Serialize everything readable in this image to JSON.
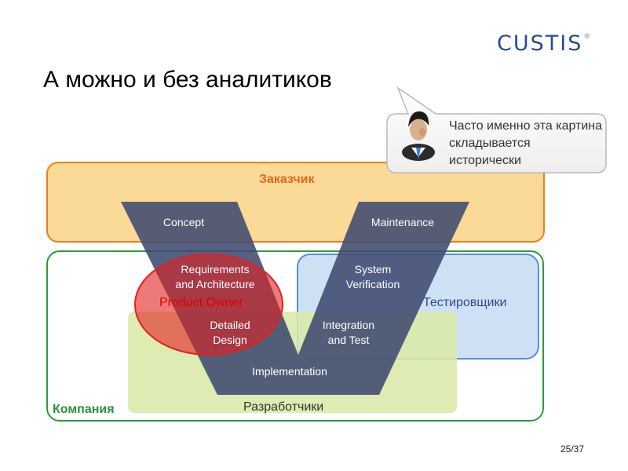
{
  "brand": {
    "logo_text": "CUSTIS",
    "logo_mark": "®"
  },
  "slide": {
    "title": "А можно и без аналитиков",
    "page": "25/37"
  },
  "callout": {
    "text": "Часто именно эта картина складывается исторически",
    "icon": "person-icon"
  },
  "regions": {
    "customer": "Заказчик",
    "company": "Компания",
    "testers": "Тестировщики",
    "developers": "Разработчики",
    "product_owner": "Product Owner"
  },
  "v_model": {
    "concept": "Concept",
    "requirements": [
      "Requirements",
      "and Architecture"
    ],
    "detailed_design": [
      "Detailed",
      "Design"
    ],
    "implementation": "Implementation",
    "integration": [
      "Integration",
      "and Test"
    ],
    "system_verification": [
      "System",
      "Verification"
    ],
    "maintenance": "Maintenance"
  },
  "colors": {
    "customer_fill": "#fbd996",
    "customer_stroke": "#ee7d1a",
    "company_stroke": "#2e9a40",
    "testers_fill": "#c9ddf3",
    "testers_stroke": "#5b8fd5",
    "developers_fill": "#d9e9a8",
    "product_owner": "#e32020",
    "v_shape": "#3f4a6f",
    "logo": "#2a4b8d"
  }
}
